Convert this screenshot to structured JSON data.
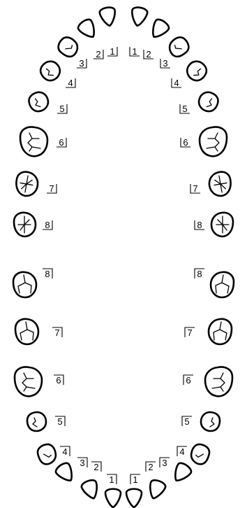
{
  "upper_right": [
    "1",
    "2",
    "3",
    "4",
    "5",
    "6",
    "7",
    "8"
  ],
  "upper_left": [
    "1",
    "2",
    "3",
    "4",
    "5",
    "6",
    "7",
    "8"
  ],
  "lower_right": [
    "1",
    "2",
    "3",
    "4",
    "5",
    "6",
    "7",
    "8"
  ],
  "lower_left": [
    "1",
    "2",
    "3",
    "4",
    "5",
    "6",
    "7",
    "8"
  ]
}
